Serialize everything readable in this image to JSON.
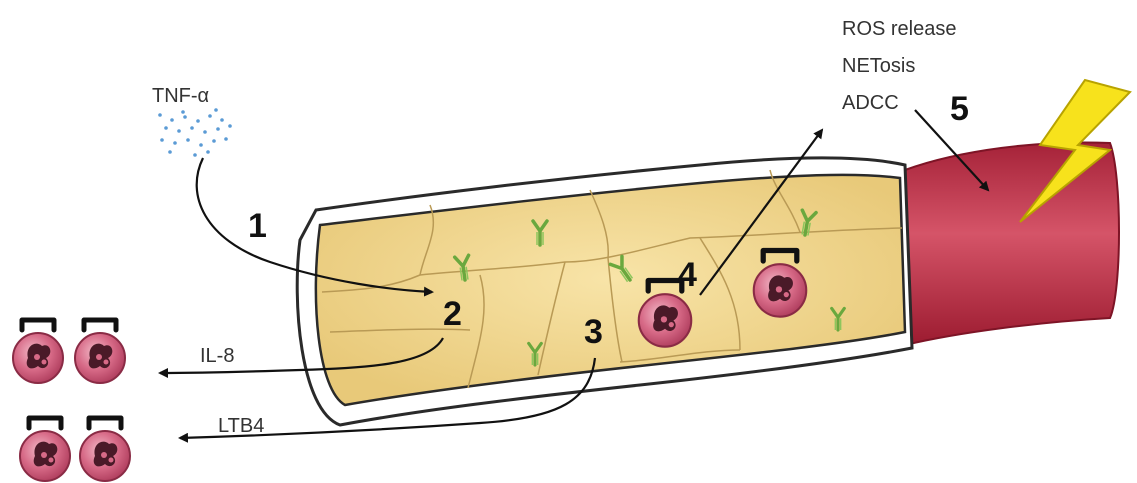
{
  "labels": {
    "tnf": "TNF-α",
    "il8": "IL-8",
    "ltb4": "LTB4",
    "ros": "ROS release",
    "netosis": "NETosis",
    "adcc": "ADCC"
  },
  "steps": [
    "1",
    "2",
    "3",
    "4",
    "5"
  ],
  "colors": {
    "vessel_wall": "#f5e3a8",
    "cell_fill": "#f0d58c",
    "cell_border": "#b99a55",
    "damaged_tissue": "#c53a4f",
    "neutrophil": "#c8506e",
    "nucleus": "#4a1a28",
    "receptor": "#7ab54a",
    "lightning": "#f7e21c",
    "tnf_dots": "#5b9bd5"
  },
  "icons": [
    "neutrophil-icon",
    "antibody-icon",
    "lightning-icon",
    "cytokine-dots-icon"
  ]
}
